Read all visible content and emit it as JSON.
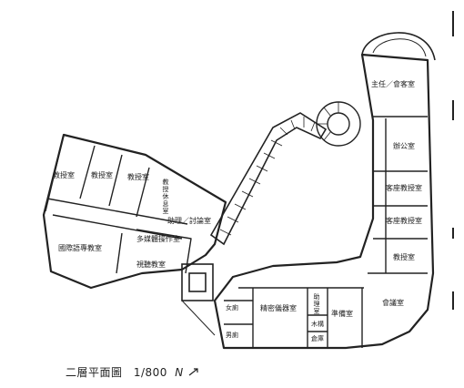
{
  "caption": {
    "title": "二層平面圖",
    "scale": "1/800",
    "north_label": "N",
    "north_icon": "north-arrow-icon"
  },
  "rooms": {
    "director_reception": "主任／會客室",
    "office": "辦公室",
    "guest_faculty_1": "客座教授室",
    "guest_faculty_2": "客座教授室",
    "faculty_right": "教授室",
    "meeting": "會議室",
    "faculty_1": "教授室",
    "faculty_2": "教授室",
    "faculty_3": "教授室",
    "faculty_lounge": "教授休息室",
    "seminar": "助理／討論室",
    "multi_op": "多媒體操作室",
    "audiovisual": "視聽教室",
    "language_lab": "國際語專教室",
    "precision_instruments": "精密儀器室",
    "assistant": "助理室",
    "prep": "準備室",
    "wood": "木構",
    "female_wc": "女廁",
    "male_wc": "男廁",
    "storage": "倉庫"
  }
}
